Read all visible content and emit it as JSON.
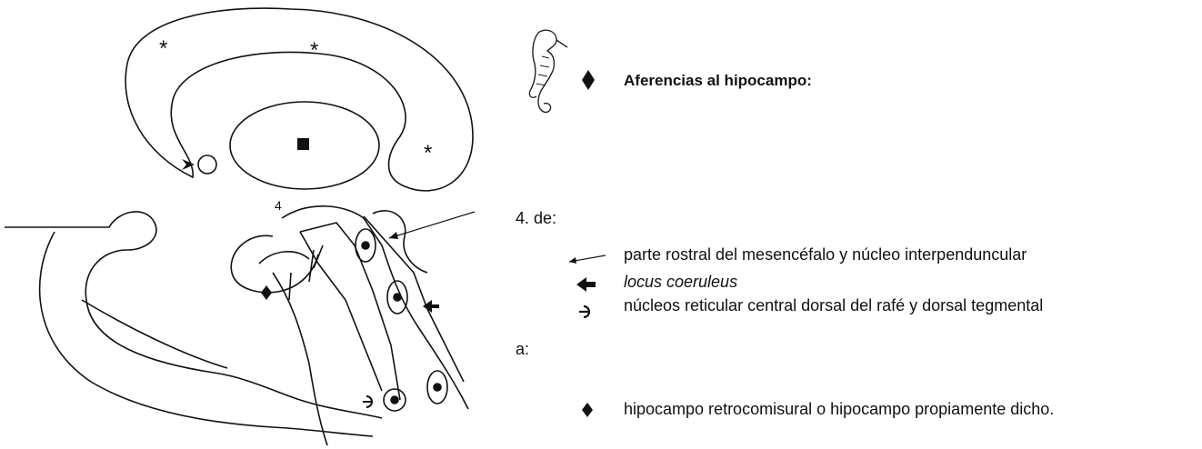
{
  "diagram": {
    "label_four": "4",
    "markers": {
      "asterisk": "*"
    }
  },
  "legend": {
    "title": "Aferencias al hipocampo:",
    "from_heading": "4. de:",
    "from_items": [
      {
        "symbol": "thin-arrow",
        "text": "parte rostral del mesencéfalo y núcleo interpenduncular"
      },
      {
        "symbol": "bold-arrow",
        "text": "locus coeruleus"
      },
      {
        "symbol": "hook-symbol",
        "text": "núcleos reticular central dorsal del rafé y dorsal tegmental"
      }
    ],
    "to_heading": "a:",
    "to_items": [
      {
        "symbol": "diamond",
        "text": "hipocampo retrocomisural o hipocampo propiamente dicho."
      }
    ]
  },
  "colors": {
    "ink": "#111111",
    "background": "#ffffff"
  }
}
